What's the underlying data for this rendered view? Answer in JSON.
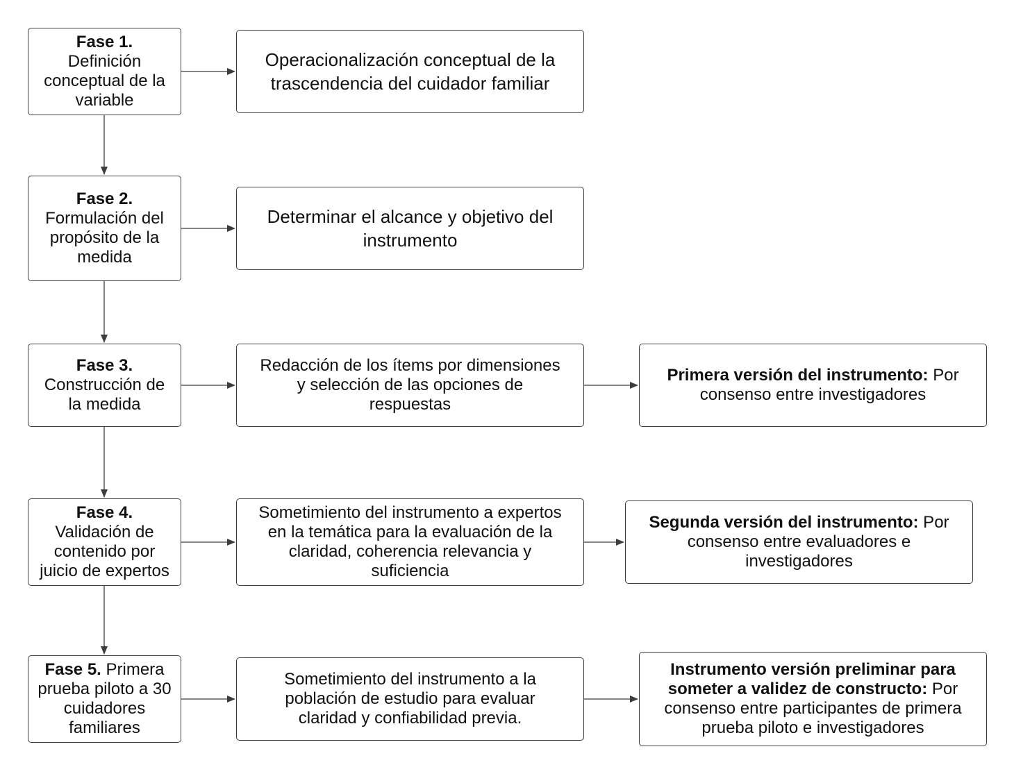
{
  "phases": [
    {
      "label": "Fase 1.",
      "text_lines": [
        "Definición",
        "conceptual de la",
        "variable"
      ],
      "action": "Operacionalización conceptual de la trascendencia del cuidador familiar",
      "action_lines": [
        "Operacionalización conceptual de la",
        "trascendencia del cuidador familiar"
      ],
      "result": null
    },
    {
      "label": "Fase 2.",
      "text_lines": [
        "Formulación del",
        "propósito de la",
        "medida"
      ],
      "action": "Determinar el alcance y objetivo del instrumento",
      "action_lines": [
        "Determinar el alcance y objetivo del",
        "instrumento"
      ],
      "result": null
    },
    {
      "label": "Fase 3.",
      "text_lines": [
        "Construcción de",
        "la medida"
      ],
      "action": "Redacción de los ítems por dimensiones y selección de las opciones de respuestas",
      "action_lines": [
        "Redacción de los ítems por dimensiones",
        "y selección de las opciones de",
        "respuestas"
      ],
      "result": {
        "bold": "Primera versión del instrumento:",
        "rest": " Por",
        "lines_after": [
          "consenso entre investigadores"
        ]
      }
    },
    {
      "label": "Fase 4.",
      "text_lines": [
        "Validación de",
        "contenido por",
        "juicio de expertos"
      ],
      "action": "Sometimiento del instrumento a expertos en la temática para la evaluación de la claridad, coherencia relevancia y suficiencia",
      "action_lines": [
        "Sometimiento del instrumento a expertos",
        "en la temática para la evaluación de la",
        "claridad, coherencia relevancia y",
        "suficiencia"
      ],
      "result": {
        "bold": "Segunda versión del instrumento:",
        "rest": " Por",
        "lines_after": [
          "consenso entre evaluadores e",
          "investigadores"
        ]
      }
    },
    {
      "label": "Fase 5.",
      "label_rest": " Primera",
      "text_lines": [
        "prueba piloto a 30",
        "cuidadores",
        "familiares"
      ],
      "action": "Sometimiento del instrumento a la población de estudio para evaluar claridad y confiabilidad previa.",
      "action_lines": [
        "Sometimiento del instrumento a la",
        "población de estudio para evaluar",
        "claridad y confiabilidad previa."
      ],
      "result": {
        "bold_lines": [
          "Instrumento versión preliminar para",
          "someter a validez de constructo:"
        ],
        "rest": " Por",
        "lines_after": [
          "consenso entre participantes de primera",
          "prueba piloto e investigadores"
        ]
      }
    }
  ],
  "colors": {
    "border": "#3d3d3d",
    "arrow": "#3d3d3d",
    "text": "#111111",
    "background": "#ffffff"
  }
}
